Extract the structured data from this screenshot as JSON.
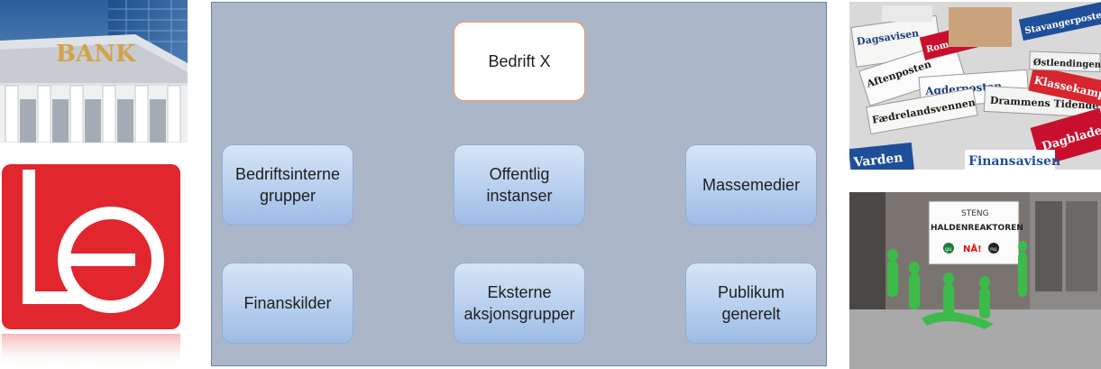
{
  "images": {
    "bank": {
      "sign": "BANK"
    },
    "lo_logo": {
      "letters": "LO"
    },
    "newspapers": {
      "mastheads": [
        "Dagsavisen",
        "Aftenposten",
        "Agderposten",
        "Drammens Tidende",
        "Fædrelandsvennen",
        "Klassekampen",
        "Dagbladet",
        "Varden",
        "Finansavisen",
        "Romerikes",
        "Stavangerposten",
        "Østlendingen"
      ]
    },
    "protest": {
      "banner_line1": "STENG",
      "banner_line2": "HALDENREAKTOREN",
      "banner_line3": "NÅ!",
      "banner_logo_left": "gu",
      "banner_logo_right": "nu"
    }
  },
  "diagram": {
    "center": "Bedrift X",
    "nodes": [
      {
        "id": "bedriftsinterne",
        "label": "Bedriftsinterne\ngrupper"
      },
      {
        "id": "offentlig",
        "label": "Offentlig\ninstanser"
      },
      {
        "id": "massemedier",
        "label": "Massemedier"
      },
      {
        "id": "finanskilder",
        "label": "Finanskilder"
      },
      {
        "id": "eksterne",
        "label": "Eksterne\naksjonsgrupper"
      },
      {
        "id": "publikum",
        "label": "Publikum\ngenerelt"
      }
    ]
  }
}
